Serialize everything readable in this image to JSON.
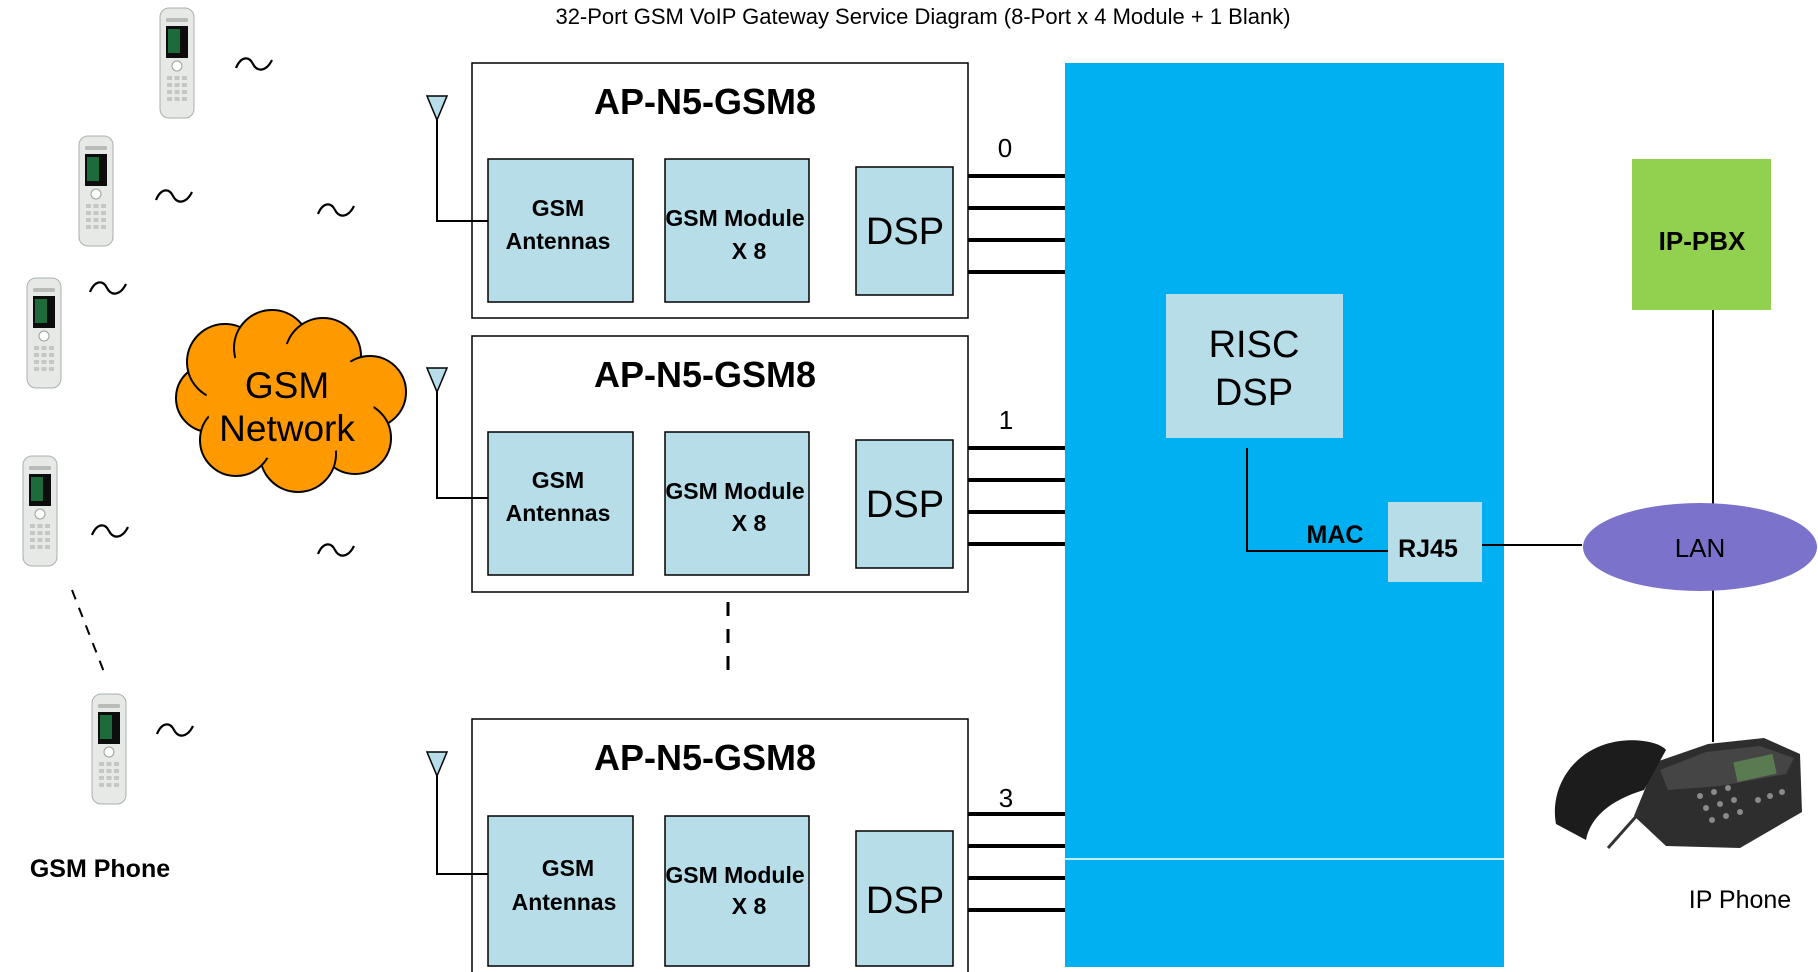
{
  "title": "32-Port GSM VoIP Gateway Service Diagram (8-Port x 4 Module + 1 Blank)",
  "gsm_network": {
    "line1": "GSM",
    "line2": "Network"
  },
  "gsm_phone_label": "GSM Phone",
  "modules": [
    {
      "name": "AP-N5-GSM8",
      "port": "0",
      "antennas": [
        "GSM",
        "Antennas"
      ],
      "gsm_module": [
        "GSM Module",
        "X 8"
      ],
      "dsp": "DSP"
    },
    {
      "name": "AP-N5-GSM8",
      "port": "1",
      "antennas": [
        "GSM",
        "Antennas"
      ],
      "gsm_module": [
        "GSM Module",
        "X 8"
      ],
      "dsp": "DSP"
    },
    {
      "name": "AP-N5-GSM8",
      "port": "3",
      "antennas": [
        "GSM",
        "Antennas"
      ],
      "gsm_module": [
        "GSM Module",
        "X 8"
      ],
      "dsp": "DSP"
    }
  ],
  "risc_dsp": {
    "line1": "RISC",
    "line2": "DSP"
  },
  "mac_label": "MAC",
  "rj45_label": "RJ45",
  "ip_pbx_label": "IP-PBX",
  "lan_label": "LAN",
  "ip_phone_label": "IP Phone",
  "colors": {
    "backplane": "#00b0f0",
    "component": "#b7dde8",
    "cloud": "#ff9900",
    "ip_pbx": "#92d050",
    "lan": "#7b72cc"
  }
}
